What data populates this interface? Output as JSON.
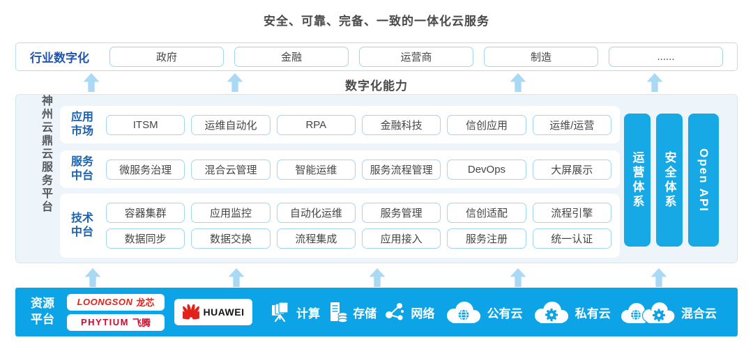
{
  "title": "安全、可靠、完备、一致的一体化云服务",
  "industry": {
    "label": "行业数字化",
    "items": [
      "政府",
      "金融",
      "运营商",
      "制造",
      "......"
    ]
  },
  "capability_band": {
    "label": "数字化能力"
  },
  "platform": {
    "side_label": "神州云鼎云服务平台",
    "rows": [
      {
        "label": "应用市场",
        "items": [
          "ITSM",
          "运维自动化",
          "RPA",
          "金融科技",
          "信创应用",
          "运维/运营"
        ]
      },
      {
        "label": "服务中台",
        "items": [
          "微服务治理",
          "混合云管理",
          "智能运维",
          "服务流程管理",
          "DevOps",
          "大屏展示"
        ]
      },
      {
        "label": "技术中台",
        "items_top": [
          "容器集群",
          "应用监控",
          "自动化运维",
          "服务管理",
          "信创适配",
          "流程引擎"
        ],
        "items_bottom": [
          "数据同步",
          "数据交换",
          "流程集成",
          "应用接入",
          "服务注册",
          "统一认证"
        ]
      }
    ],
    "pillars": [
      "运营体系",
      "安全体系",
      "Open API"
    ]
  },
  "resources": {
    "label": "资源平台",
    "vendors": {
      "loongson": {
        "brand": "LOONGSON",
        "cn": "龙芯"
      },
      "phytium": {
        "brand": "PHYTIUM",
        "cn": "飞腾"
      },
      "huawei": {
        "brand": "HUAWEI"
      }
    },
    "items": [
      {
        "label": "计算",
        "icon": "compute-icon"
      },
      {
        "label": "存储",
        "icon": "storage-icon"
      },
      {
        "label": "网络",
        "icon": "network-icon"
      },
      {
        "label": "公有云",
        "icon": "public-cloud-icon"
      },
      {
        "label": "私有云",
        "icon": "private-cloud-icon"
      },
      {
        "label": "混合云",
        "icon": "hybrid-cloud-icon"
      }
    ]
  },
  "colors": {
    "accent_blue": "#0ca4e6",
    "pillar_blue": "#16a9e5",
    "heading_blue": "#2256ac",
    "row_label_blue": "#1b63b2",
    "arrow_blue": "#a9d9f4",
    "pill_border_blue": "#a0d6f2",
    "panel_bg": "#edf5fb",
    "text_dark": "#4a4a4a",
    "logo_red": "#e2231a",
    "phytium_red": "#cf0a2c"
  }
}
